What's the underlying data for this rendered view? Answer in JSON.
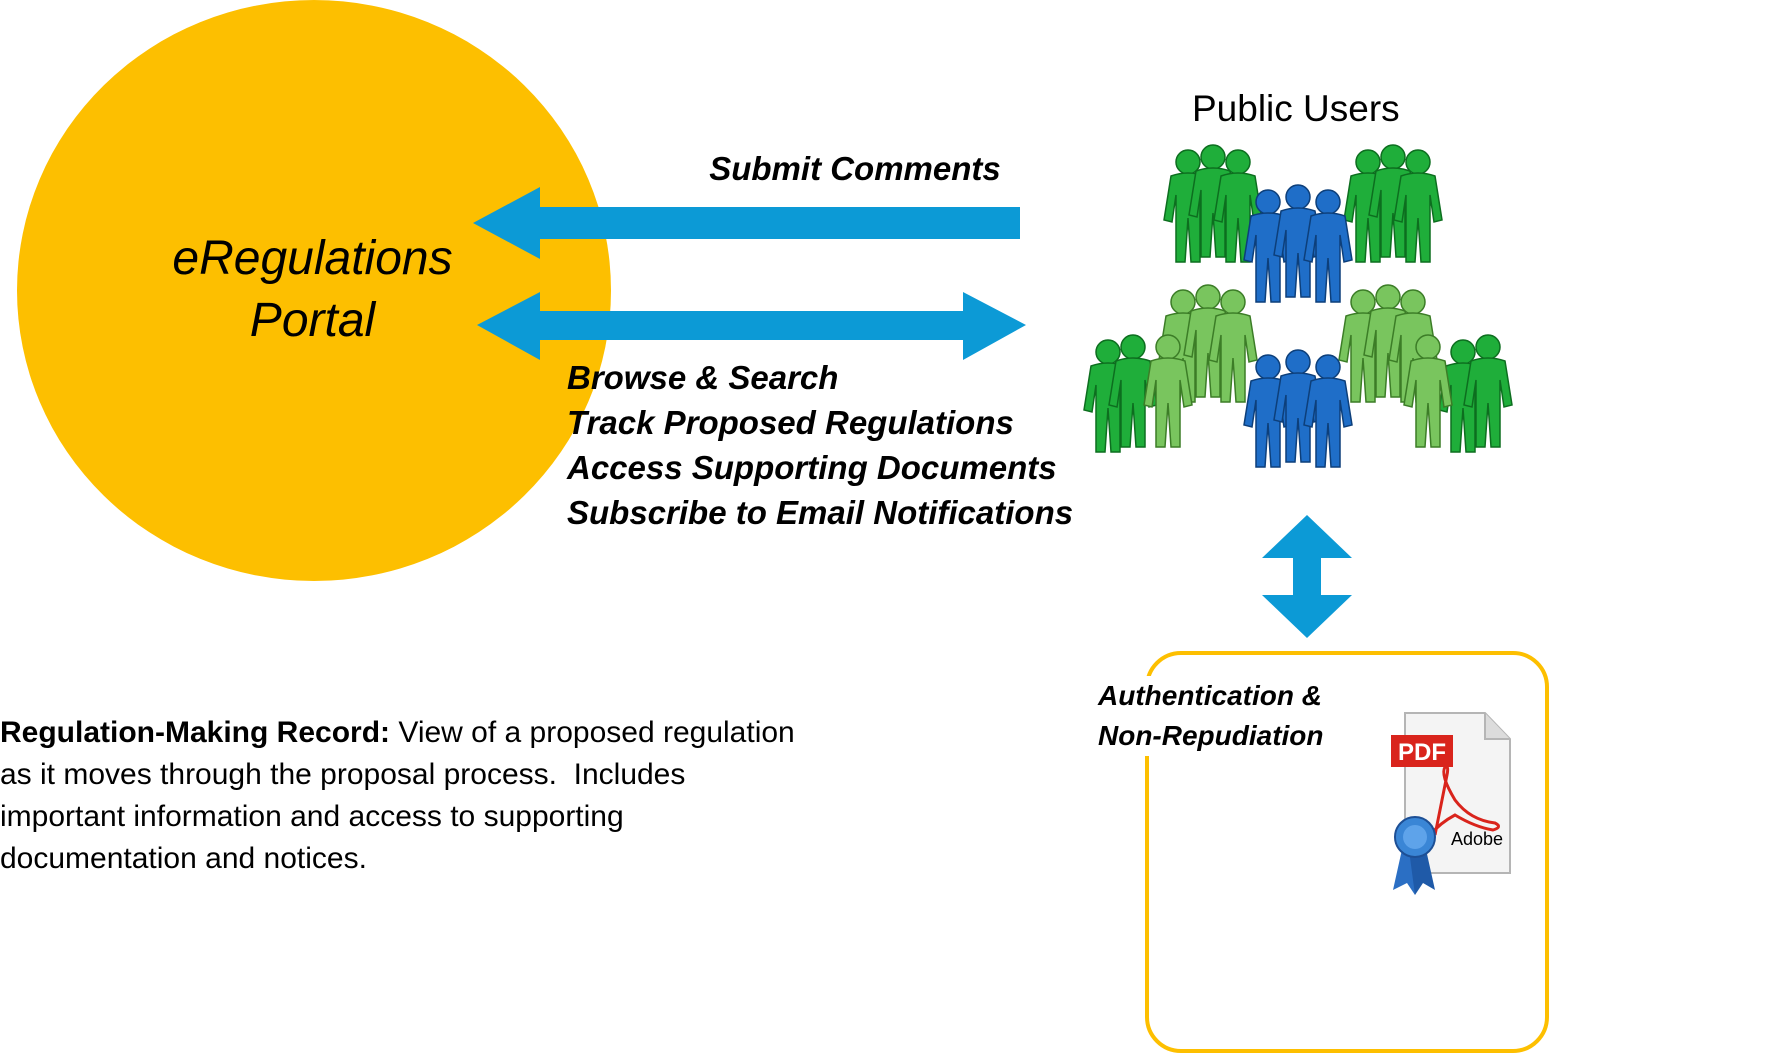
{
  "portal": {
    "line1": "eRegulations",
    "line2": "Portal"
  },
  "public_users": "Public Users",
  "submit_comments": "Submit Comments",
  "actions": [
    "Browse & Search",
    "Track Proposed Regulations",
    "Access Supporting Documents",
    "Subscribe to Email Notifications"
  ],
  "auth": {
    "line1": "Authentication &",
    "line2": "Non-Repudiation"
  },
  "record": {
    "heading": "Regulation-Making Record:",
    "line1_rest": " View of a proposed regulation",
    "line2": "as it moves through the proposal process.  Includes",
    "line3": "important information and access to supporting",
    "line4": "documentation and notices."
  },
  "pdf_icon": {
    "badge": "PDF",
    "brand": "Adobe"
  },
  "colors": {
    "circle": "#fdbf00",
    "arrow": "#0c9ad6",
    "user_green_dark": "#1fae3a",
    "user_green_light": "#79c55e",
    "user_blue": "#1f6ec8",
    "auth_border": "#fdbf00"
  },
  "icons": [
    "people-group-icon",
    "pdf-document-icon",
    "ribbon-seal-icon"
  ]
}
